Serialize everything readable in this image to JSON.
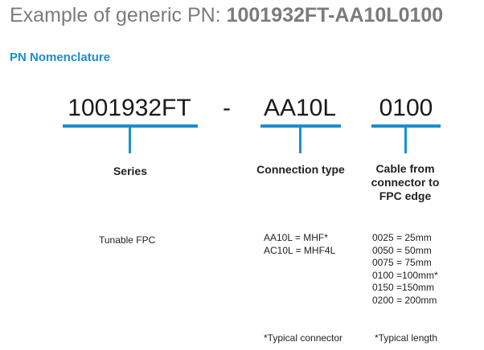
{
  "title": {
    "prefix": "Example of generic PN: ",
    "pn": "1001932FT-AA10L0100"
  },
  "subtitle": "PN Nomenclature",
  "segments": {
    "series": "1001932FT",
    "dash": "-",
    "connection": "AA10L",
    "length": "0100"
  },
  "columns": {
    "series": {
      "label": "Series",
      "values": [
        "Tunable FPC"
      ]
    },
    "connection": {
      "label": "Connection type",
      "values": [
        "AA10L = MHF*",
        "AC10L = MHF4L"
      ],
      "footnote": "*Typical connector"
    },
    "length": {
      "label_lines": [
        "Cable from",
        "connector to",
        "FPC edge"
      ],
      "values": [
        "0025 = 25mm",
        "0050 = 50mm",
        "0075 = 75mm",
        "0100 =100mm*",
        "0150 =150mm",
        "0200 = 200mm"
      ],
      "footnote": "*Typical length"
    }
  },
  "colors": {
    "accent": "#1a8fce",
    "title": "#7b7b7b"
  }
}
